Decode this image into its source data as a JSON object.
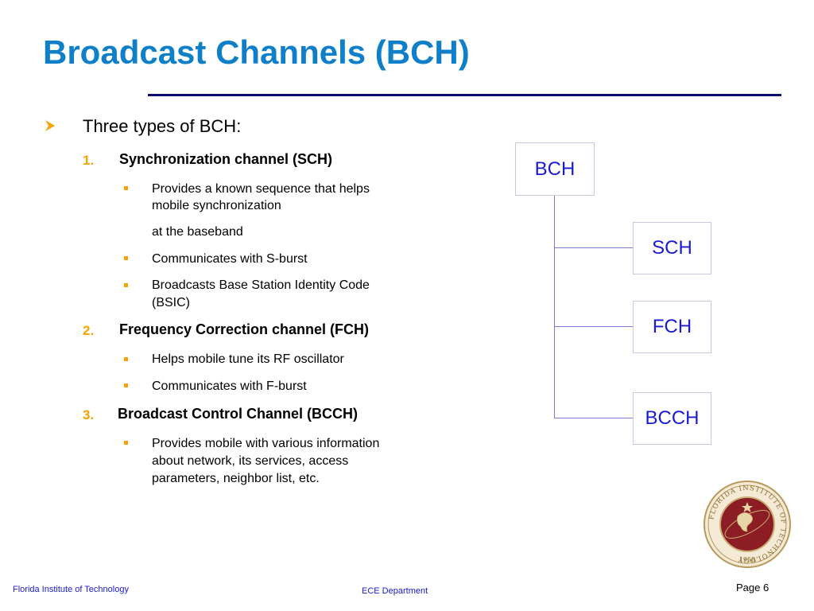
{
  "slide": {
    "title": "Broadcast Channels (BCH)",
    "intro": "Three types of BCH:",
    "sections": [
      {
        "number": "1.",
        "heading": "Synchronization channel (SCH)",
        "bullets": [
          "Provides a known sequence that helps",
          "mobile synchronization",
          "at the baseband",
          "Communicates with S-burst",
          "Broadcasts Base Station Identity Code",
          "(BSIC)"
        ]
      },
      {
        "number": "2.",
        "heading": "Frequency Correction channel (FCH)",
        "bullets": [
          "Helps mobile tune its RF oscillator",
          "Communicates with F-burst"
        ]
      },
      {
        "number": "3.",
        "heading": "Broadcast Control Channel (BCCH)",
        "bullets": [
          "Provides mobile with various information",
          "about network, its services, access",
          "parameters, neighbor list, etc."
        ]
      }
    ]
  },
  "diagram": {
    "root": "BCH",
    "children": [
      "SCH",
      "FCH",
      "BCCH"
    ]
  },
  "footer": {
    "left": "Florida Institute of Technology",
    "center": "ECE Department",
    "page": "Page 6"
  },
  "seal": {
    "ring_text": "FLORIDA INSTITUTE OF TECHNOLOGY",
    "year": "1958"
  },
  "colors": {
    "title": "#0e7fc8",
    "accent": "#f5a300",
    "diagram_text": "#1a1ad1",
    "rule": "#0a0a6e"
  }
}
